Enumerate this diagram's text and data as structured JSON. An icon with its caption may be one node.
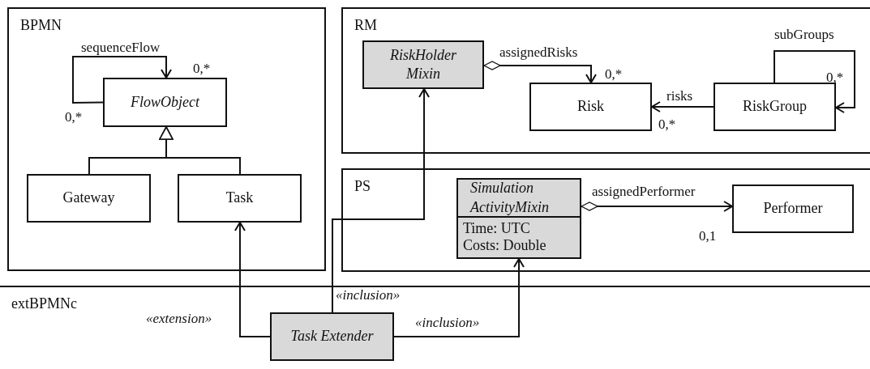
{
  "diagram": {
    "nodes": [
      {
        "text": [
          "BPMN"
        ]
      },
      {
        "text": [
          "FlowObject"
        ],
        "in": 0
      },
      {
        "text": [
          "Gateway"
        ],
        "in": 0
      },
      {
        "text": [
          "Task"
        ],
        "in": 0
      },
      {
        "text": [
          "RM"
        ]
      },
      {
        "text": [
          "RiskHolder Mixin"
        ],
        "in": 4
      },
      {
        "text": [
          "Risk"
        ],
        "in": 4
      },
      {
        "text": [
          "RiskGroup"
        ],
        "in": 4
      },
      {
        "text": [
          "PS"
        ]
      },
      {
        "text": [
          "Simulation ActivityMixin",
          "Time: UTC",
          "Costs: Double"
        ],
        "in": 8
      },
      {
        "text": [
          "Performer"
        ],
        "in": 8
      },
      {
        "text": [
          "extBPMNc"
        ]
      },
      {
        "text": [
          "Task Extender"
        ],
        "in": 11
      }
    ],
    "edges": [
      {
        "from": 1,
        "to": 1,
        "arrow": "to",
        "label": "sequenceFlow"
      },
      {
        "from": 2,
        "to": 1,
        "arrow": "to"
      },
      {
        "from": 3,
        "to": 1,
        "arrow": "to"
      },
      {
        "from": 5,
        "to": 6,
        "arrow": "to",
        "label": "assignedRisks"
      },
      {
        "from": 7,
        "to": 6,
        "arrow": "to",
        "label": "risks"
      },
      {
        "from": 7,
        "to": 7,
        "arrow": "to",
        "label": "subGroups"
      },
      {
        "from": 9,
        "to": 10,
        "arrow": "to",
        "label": "assignedPerformer"
      },
      {
        "from": 12,
        "to": 3,
        "arrow": "to",
        "label": "«extension»"
      },
      {
        "from": 12,
        "to": 5,
        "arrow": "to",
        "label": "«inclusion»"
      },
      {
        "from": 12,
        "to": 9,
        "arrow": "to",
        "label": "«inclusion»"
      }
    ],
    "labels": [
      "0,*",
      "0,*",
      "0,*",
      "0,*",
      "0,*",
      "0,1"
    ]
  }
}
